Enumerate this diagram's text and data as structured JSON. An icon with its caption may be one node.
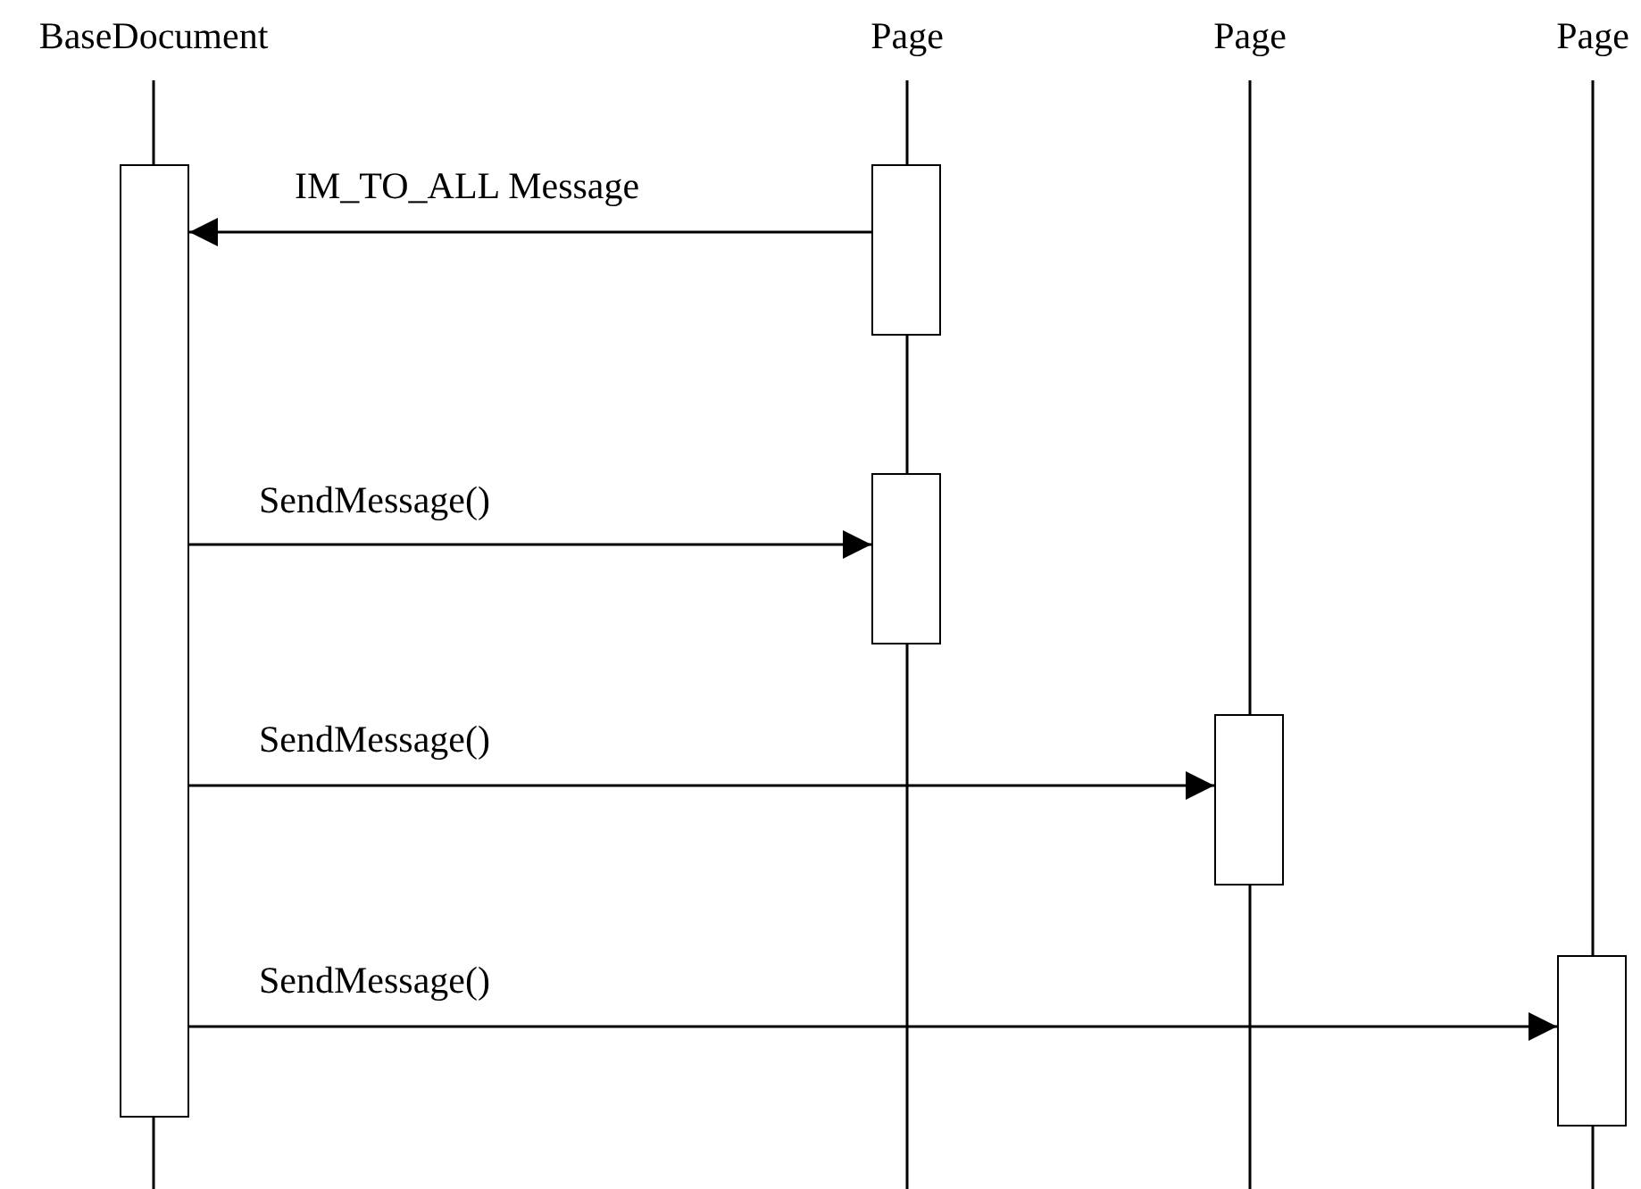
{
  "diagram": {
    "nodes": [
      {
        "text": [
          "BaseDocument"
        ]
      },
      {
        "text": [
          "Page"
        ]
      },
      {
        "text": [
          "Page"
        ]
      },
      {
        "text": [
          "Page"
        ]
      },
      {
        "text": [],
        "shape": "box"
      },
      {
        "text": [],
        "shape": "box"
      },
      {
        "text": [],
        "shape": "box"
      },
      {
        "text": [],
        "shape": "box"
      },
      {
        "text": [],
        "shape": "box"
      }
    ],
    "edges": [
      {
        "from": 5,
        "to": 4,
        "arrow": "to",
        "label": "IM_TO_ALL Message"
      },
      {
        "from": 4,
        "to": 6,
        "arrow": "to",
        "label": "SendMessage()"
      },
      {
        "from": 4,
        "to": 7,
        "arrow": "to",
        "label": "SendMessage()"
      },
      {
        "from": 4,
        "to": 8,
        "arrow": "to",
        "label": "SendMessage()"
      }
    ]
  }
}
